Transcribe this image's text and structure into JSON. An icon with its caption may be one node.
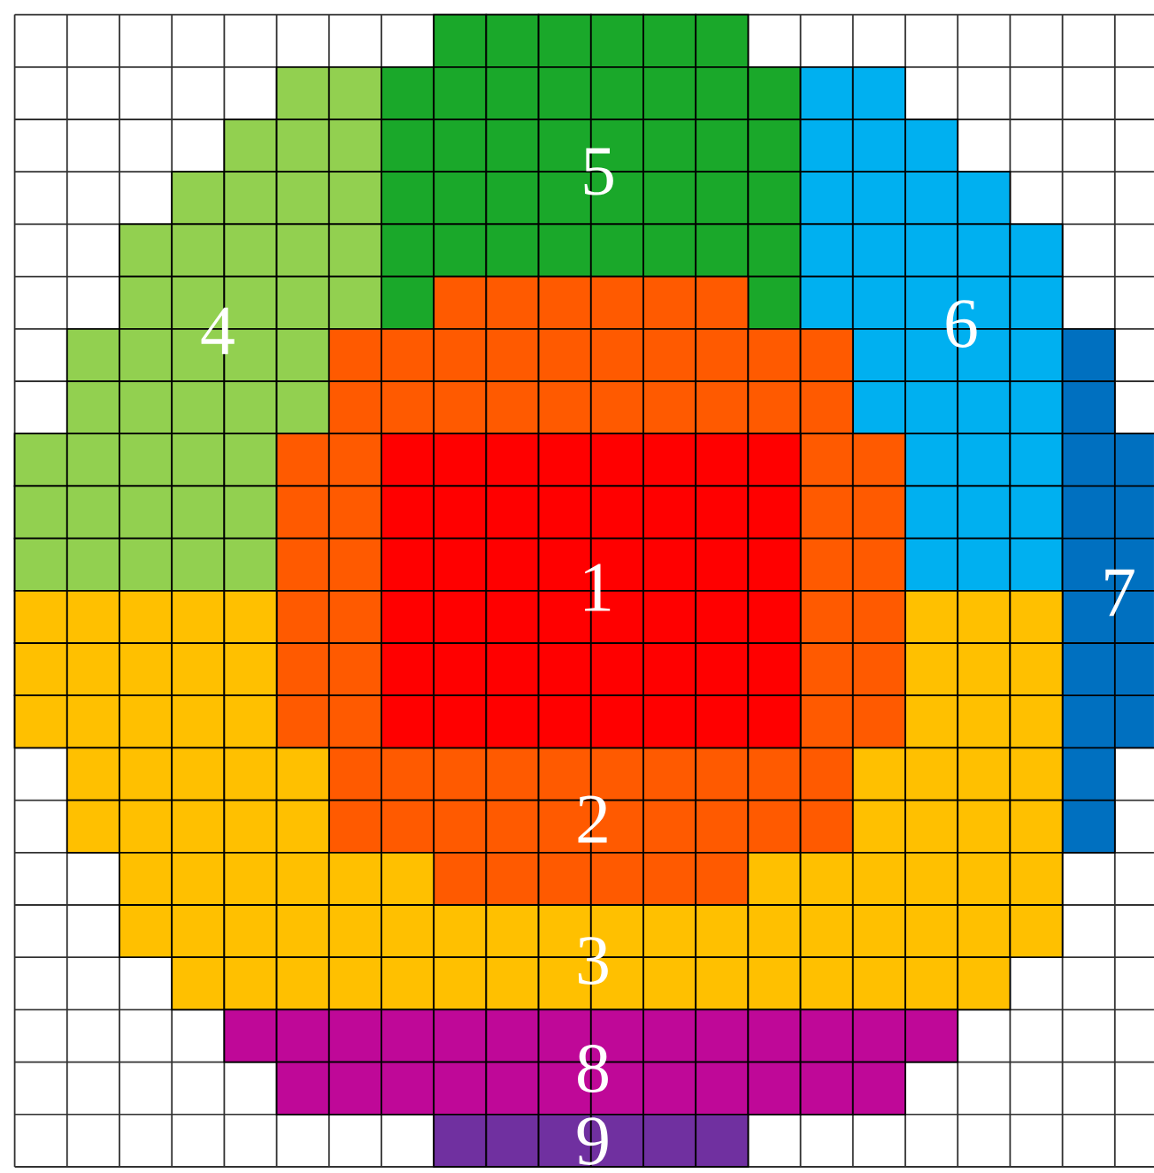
{
  "diagram": {
    "nodes": [
      {
        "text": [
          "5"
        ]
      },
      {
        "text": [
          "4"
        ]
      },
      {
        "text": [
          "6"
        ]
      },
      {
        "text": [
          "1"
        ],
        "in": 5
      },
      {
        "text": [
          "7"
        ]
      },
      {
        "text": [
          "2"
        ]
      },
      {
        "text": [
          "3"
        ]
      },
      {
        "text": [
          "8"
        ]
      },
      {
        "text": [
          "9"
        ]
      }
    ]
  }
}
